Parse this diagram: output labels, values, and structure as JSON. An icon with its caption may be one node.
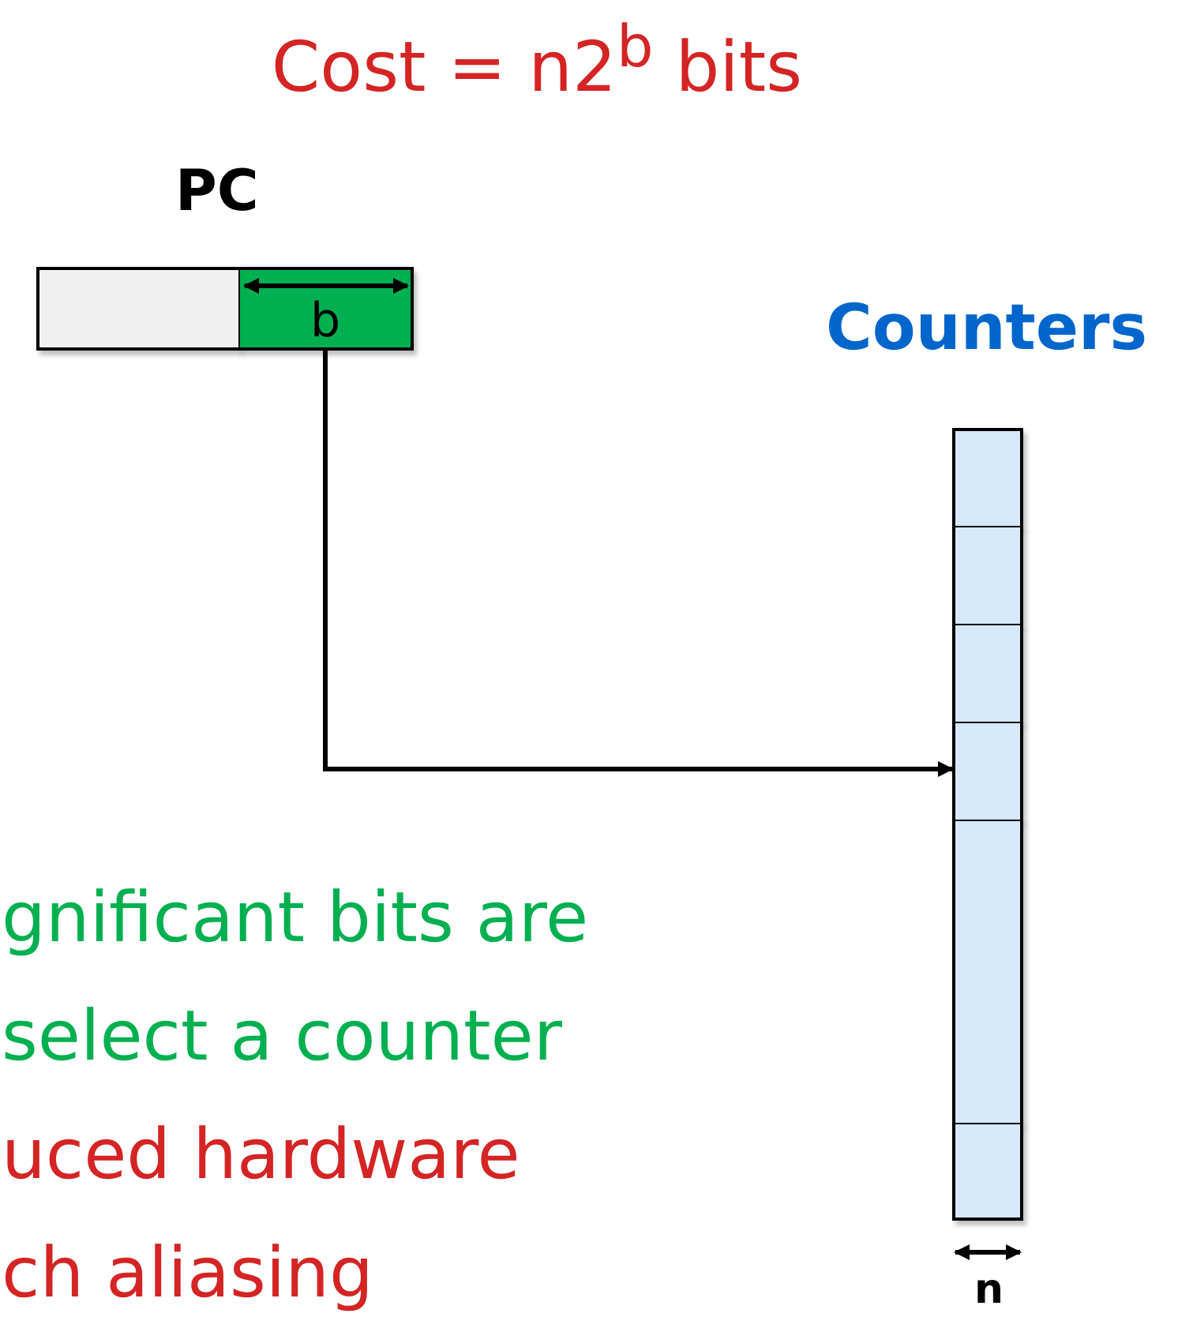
{
  "diagram": {
    "title": "Cost = n2$^{b}$ bits",
    "nodes": [
      {
        "text": [
          "PC"
        ]
      },
      {
        "text": [],
        "shape": "box",
        "in": 0
      },
      {
        "text": [
          "b"
        ],
        "in": 0
      },
      {
        "text": [
          "Counters"
        ]
      },
      {
        "text": [],
        "shape": "box",
        "in": 3
      },
      {
        "text": [],
        "shape": "box",
        "in": 3
      },
      {
        "text": [],
        "shape": "box",
        "in": 3
      },
      {
        "text": [],
        "shape": "box",
        "in": 3
      },
      {
        "text": [],
        "shape": "box",
        "in": 3
      },
      {
        "text": [],
        "shape": "box",
        "in": 3
      }
    ],
    "edges": [
      {
        "from": 2,
        "to": 7,
        "arrow": "to"
      }
    ],
    "labels": [
      "gnificant bits are",
      "select a counter",
      "uced hardware",
      "ch aliasing",
      "n"
    ]
  }
}
